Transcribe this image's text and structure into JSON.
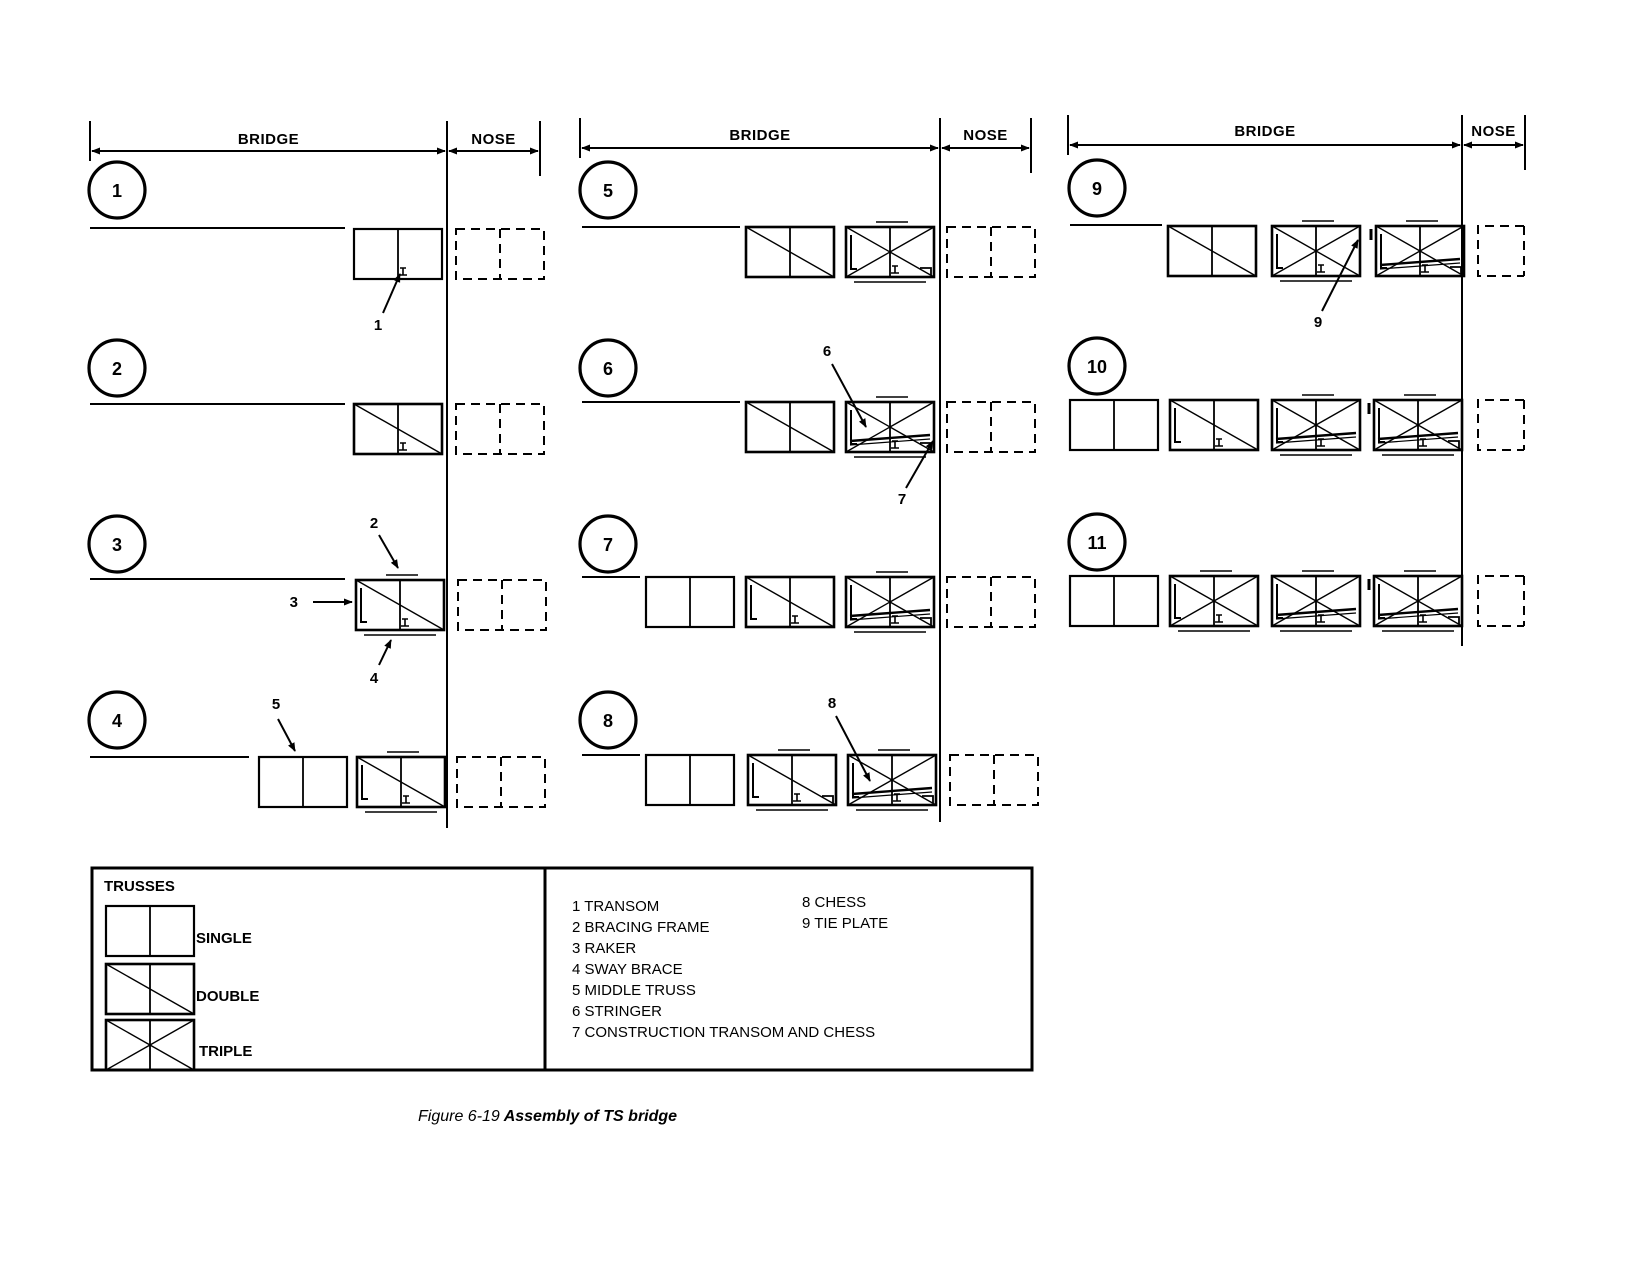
{
  "headers": {
    "bridge": "BRIDGE",
    "nose": "NOSE"
  },
  "steps": [
    "1",
    "2",
    "3",
    "4",
    "5",
    "6",
    "7",
    "8",
    "9",
    "10",
    "11"
  ],
  "callouts": [
    "1",
    "2",
    "3",
    "4",
    "5",
    "6",
    "7",
    "8",
    "9"
  ],
  "legend": {
    "title": "TRUSSES",
    "types": [
      "SINGLE",
      "DOUBLE",
      "TRIPLE"
    ]
  },
  "key": [
    "1 TRANSOM",
    "2 BRACING FRAME",
    "3 RAKER",
    "4 SWAY BRACE",
    "5 MIDDLE TRUSS",
    "6 STRINGER",
    "7 CONSTRUCTION TRANSOM AND CHESS",
    "8 CHESS",
    "9 TIE PLATE"
  ],
  "caption": {
    "number": "Figure 6-19",
    "title": "Assembly of TS bridge"
  }
}
